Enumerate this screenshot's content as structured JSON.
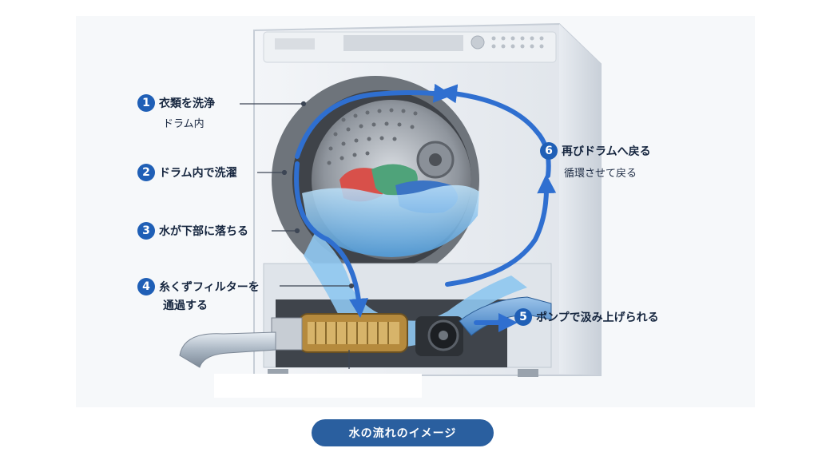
{
  "steps": [
    {
      "number": "1",
      "title": "衣類を洗浄",
      "sub": "ドラム内"
    },
    {
      "number": "2",
      "title": "ドラム内で洗濯",
      "sub": ""
    },
    {
      "number": "3",
      "title": "水が下部に落ちる",
      "sub": ""
    },
    {
      "number": "4",
      "title": "糸くずフィルターを",
      "sub": "通過する"
    },
    {
      "number": "5",
      "title": "ポンプで汲み上げられる",
      "sub": ""
    },
    {
      "number": "6",
      "title": "再びドラムへ戻る",
      "sub": "循環させて戻る"
    }
  ],
  "caption": "水の流れのイメージ",
  "colors": {
    "accent": "#1f5fb6",
    "flow": "#2f7ed8",
    "water": "#8ec7ef",
    "caption_bg": "#2a5f9f"
  }
}
